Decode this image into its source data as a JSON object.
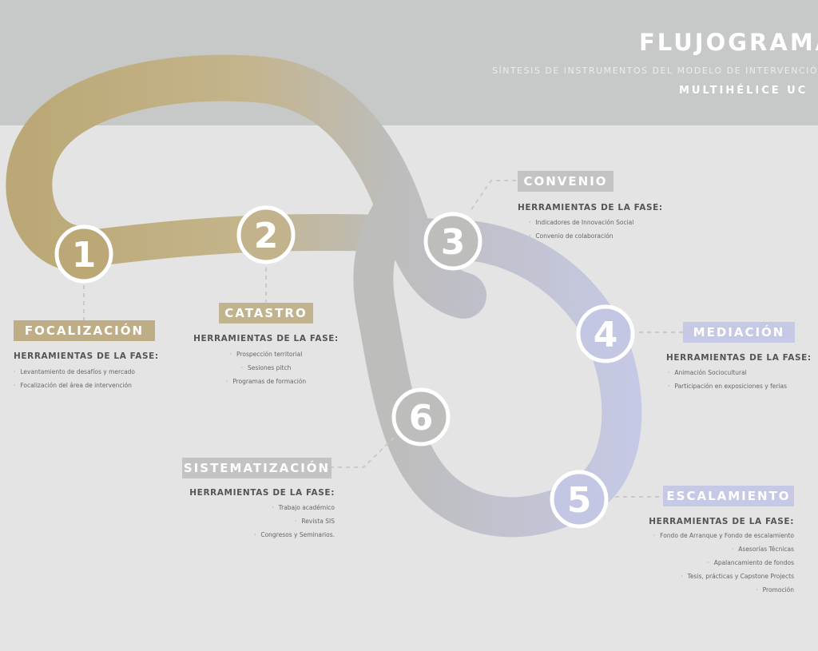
{
  "header": {
    "title": "FLUJOGRAMA",
    "subtitle": "SÍNTESIS DE INSTRUMENTOS DEL MODELO DE INTERVENCIÓN",
    "subtitle2": "MULTIHÉLICE UC"
  },
  "tools_heading": "HERRAMIENTAS DE LA FASE:",
  "colors": {
    "header_bg": "#c7c9c8",
    "page_bg": "#e3e4e3",
    "gold": "#bfae85",
    "grey": "#bcbcbb",
    "lavender": "#c6c9e6"
  },
  "phases": [
    {
      "number": "1",
      "label": "FOCALIZACIÓN",
      "color": "#bfae85",
      "tools": [
        "Levantamiento de desafíos y mercado",
        "Focalización del área de intervención"
      ]
    },
    {
      "number": "2",
      "label": "CATASTRO",
      "color": "#c0b38e",
      "tools": [
        "Prospección territorial",
        "Sesiones pitch",
        "Programas de formación"
      ]
    },
    {
      "number": "3",
      "label": "CONVENIO",
      "color": "#c3c3c3",
      "tools": [
        "Indicadores de Innovación Social",
        "Convenio de colaboración"
      ]
    },
    {
      "number": "4",
      "label": "MEDIACIÓN",
      "color": "#c6c9e6",
      "tools": [
        "Animación Sociocultural",
        "Participación en exposiciones y ferias"
      ]
    },
    {
      "number": "5",
      "label": "ESCALAMIENTO",
      "color": "#c6c9e6",
      "tools": [
        "Fondo de Arranque y Fondo de escalamiento",
        "Asesorías Técnicas",
        "Apalancamiento de fondos",
        "Tesis, prácticas y Capstone Projects",
        "Promoción"
      ]
    },
    {
      "number": "6",
      "label": "SISTEMATIZACIÓN",
      "color": "#c3c3c3",
      "tools": [
        "Trabajo académico",
        "Revista SIS",
        "Congresos y Seminarios."
      ]
    }
  ]
}
